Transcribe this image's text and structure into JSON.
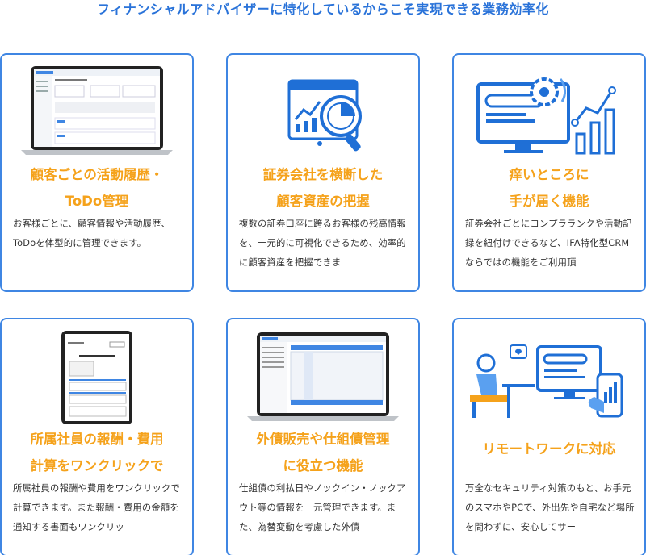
{
  "heading": "フィナンシャルアドバイザーに特化しているからこそ実現できる業務効率化",
  "colors": {
    "accent": "#2a73d9",
    "border": "#3f86e3",
    "title": "#f5a21b"
  },
  "cards": [
    {
      "title1": "顧客ごとの活動履歴・",
      "title2": "ToDo管理",
      "desc": "お客様ごとに、顧客情報や活動履歴、ToDoを体型的に管理できます。",
      "icon": "laptop-screenshot-icon"
    },
    {
      "title1": "証券会社を横断した",
      "title2": "顧客資産の把握",
      "desc": "複数の証券口座に跨るお客様の残高情報を、一元的に可視化できるため、効率的に顧客資産を把握できま",
      "icon": "magnifier-chart-icon"
    },
    {
      "title1": "痒いところに",
      "title2": "手が届く機能",
      "desc": "証券会社ごとにコンプラランクや活動記録を紐付けできるなど、IFA特化型CRMならではの機能をご利用頂",
      "icon": "monitor-gear-chart-icon"
    },
    {
      "title1": "所属社員の報酬・費用",
      "title2": "計算をワンクリックで",
      "desc": "所属社員の報酬や費用をワンクリックで計算できます。また報酬・費用の金額を通知する書面もワンクリッ",
      "icon": "tablet-document-icon"
    },
    {
      "title1": "外債販売や仕組債管理",
      "title2": "に役立つ機能",
      "desc": "仕組債の利払日やノックイン・ノックアウト等の情報を一元管理できます。また、為替変動を考慮した外債",
      "icon": "laptop-table-icon"
    },
    {
      "title1": "リモートワークに対応",
      "title2": "",
      "desc": "万全なセキュリティ対策のもと、お手元のスマホやPCで、外出先や自宅など場所を問わずに、安心してサー",
      "icon": "remote-work-icon"
    }
  ]
}
